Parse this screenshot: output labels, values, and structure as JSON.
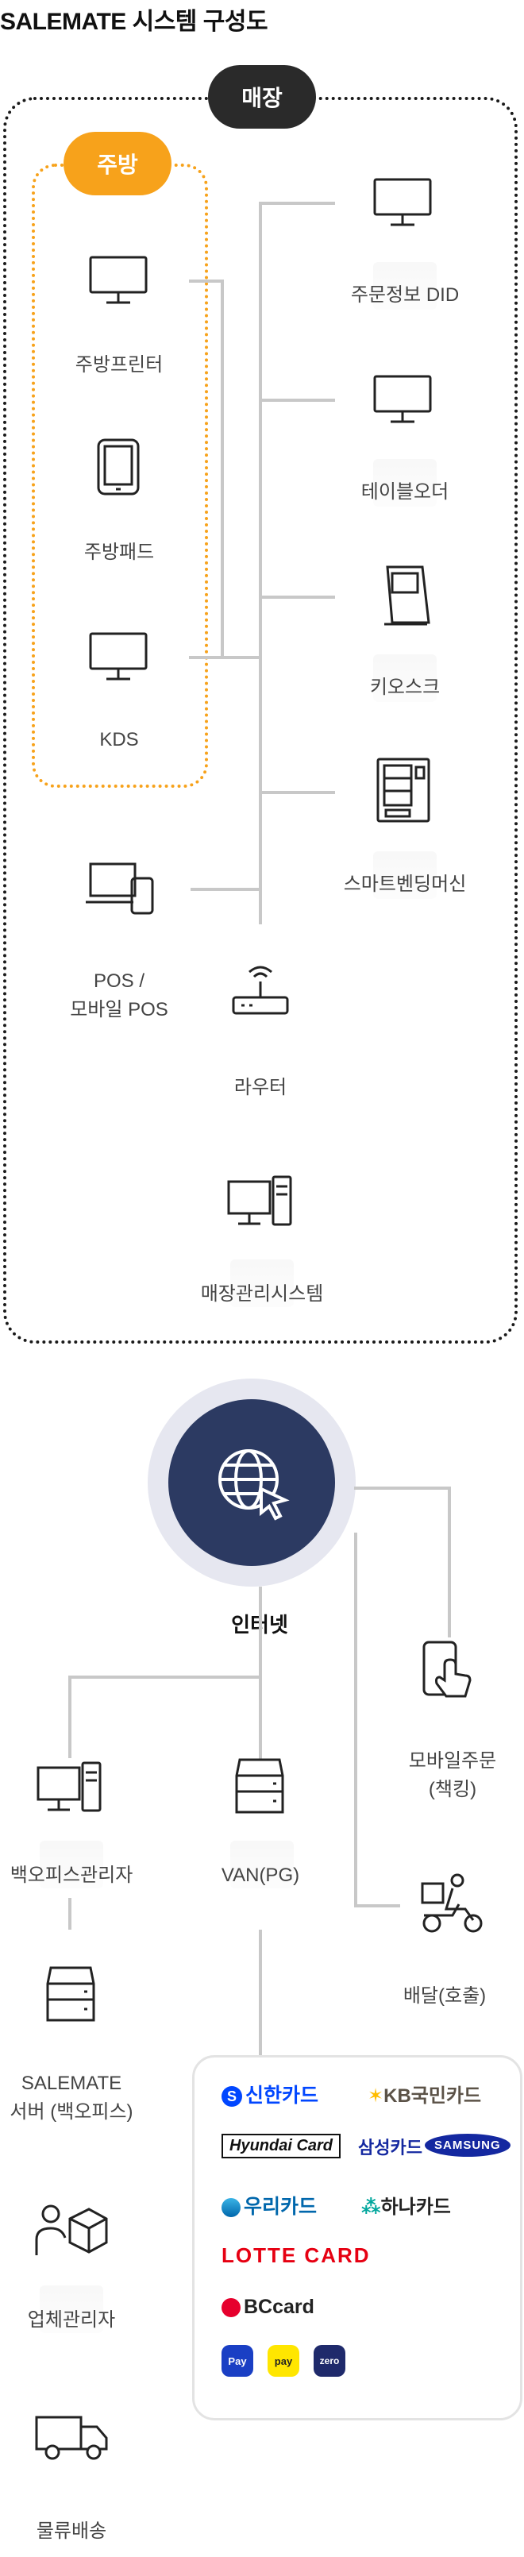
{
  "title": "SALEMATE 시스템 구성도",
  "store": {
    "pill": "매장",
    "kitchen": {
      "pill": "주방",
      "items": [
        "주방프린터",
        "주방패드",
        "KDS"
      ]
    },
    "right_items": [
      "주문정보 DID",
      "테이블오더",
      "키오스크",
      "스마트벤딩머신"
    ],
    "pos_label_1": "POS /",
    "pos_label_2": "모바일 POS",
    "router": "라우터",
    "management": "매장관리시스템"
  },
  "internet": "인터넷",
  "mobile_order_1": "모바일주문",
  "mobile_order_2": "(책킹)",
  "delivery": "배달(호출)",
  "backoffice_manager": "백오피스관리자",
  "van": "VAN(PG)",
  "server_1": "SALEMATE",
  "server_2": "서버 (백오피스)",
  "vendor_manager": "업체관리자",
  "logistics": "물류배송",
  "cards": {
    "shinhan": "신한카드",
    "kb": "KB국민카드",
    "hyundai": "Hyundai Card",
    "samsung": "삼성카드",
    "samsung_logo": "SAMSUNG",
    "woori": "우리카드",
    "hana": "하나카드",
    "lotte": "LOTTE CARD",
    "bc": "BCcard",
    "pay1": "Pay",
    "pay2": "pay",
    "pay3": "zero"
  },
  "colors": {
    "kitchen": "#f7a21b",
    "store_border": "#1a1a1a",
    "internet_core": "#2c3a62",
    "line": "#c8c8c8"
  }
}
